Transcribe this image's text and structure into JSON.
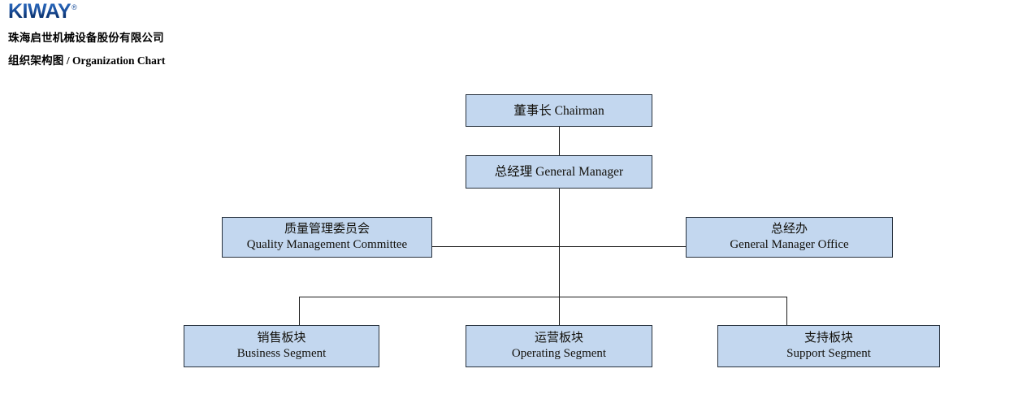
{
  "header": {
    "logo": {
      "text": "KIWAY",
      "trademark": "®"
    },
    "company_name": "珠海启世机械设备股份有限公司",
    "title_cn": "组织架构图",
    "title_sep": " / ",
    "title_en": "Organization Chart"
  },
  "colors": {
    "node_fill": "#c3d7ef",
    "node_border": "#27313d",
    "connector": "#1b1b1b",
    "logo_blue": "#1a4f9c",
    "text": "#12100b"
  },
  "chart": {
    "nodes": [
      {
        "id": "chairman",
        "level": 1,
        "line1": "董事长 Chairman",
        "line2": ""
      },
      {
        "id": "general-manager",
        "level": 2,
        "line1": "总经理 General Manager",
        "line2": ""
      },
      {
        "id": "quality-management-committee",
        "level": 3,
        "line1": "质量管理委员会",
        "line2": "Quality Management Committee"
      },
      {
        "id": "general-manager-office",
        "level": 3,
        "line1": "总经办",
        "line2": "General Manager Office"
      },
      {
        "id": "business-segment",
        "level": 4,
        "line1": "销售板块",
        "line2": "Business Segment"
      },
      {
        "id": "operating-segment",
        "level": 4,
        "line1": "运营板块",
        "line2": "Operating Segment"
      },
      {
        "id": "support-segment",
        "level": 4,
        "line1": "支持板块",
        "line2": "Support Segment"
      }
    ]
  }
}
